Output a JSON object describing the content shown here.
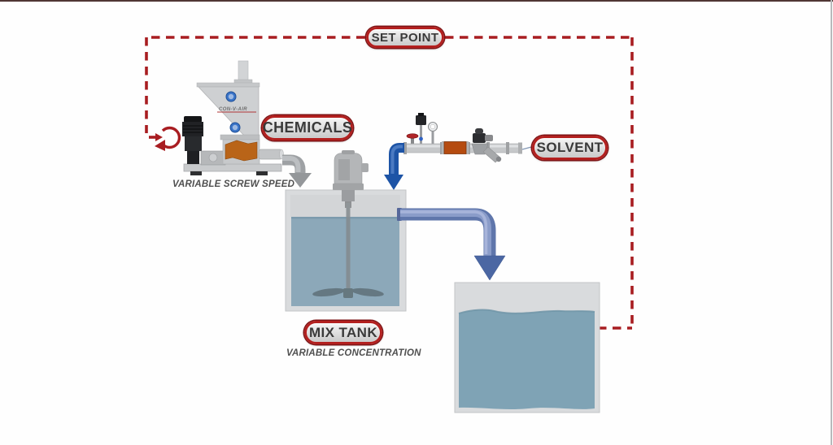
{
  "diagram": {
    "labels": {
      "set_point": "SET POINT",
      "chemicals": "CHEMICALS",
      "solvent": "SOLVENT",
      "mix_tank": "MIX TANK"
    },
    "annotations": {
      "variable_screw_speed": "VARIABLE SCREW SPEED",
      "variable_concentration": "VARIABLE CONCENTRATION",
      "feeder_brand": "CON-V-AIR"
    },
    "icons": {
      "screw_speed_control": "rotation-arrow-icon",
      "solvent_line_components": [
        "manual-valve-icon",
        "transmitter-icon",
        "pressure-gauge-icon",
        "flow-meter",
        "actuated-valve-icon",
        "y-strainer-icon"
      ]
    },
    "colors": {
      "loop-red": "#a81d21",
      "pill-border": "#b3201f",
      "pill-ring": "#7e1315",
      "pill-fill-top": "#f6f6f6",
      "pill-fill-bottom": "#c9c9c9",
      "pill-text": "#3a3a3a",
      "annotation-text": "#4f4f4f",
      "solvent-arrow": "#1d54a6",
      "transfer-pipe-dark": "#5f76ab",
      "transfer-pipe-light": "#8a9cc9",
      "transfer-arrow": "#4b67a3",
      "chemicals-arrow": "#9ea1a4",
      "tank-body": "#d9dbdd",
      "mix-liquid": "#8ca8b9",
      "storage-liquid": "#7fa3b5",
      "flow-meter-orange": "#b54b10"
    }
  }
}
